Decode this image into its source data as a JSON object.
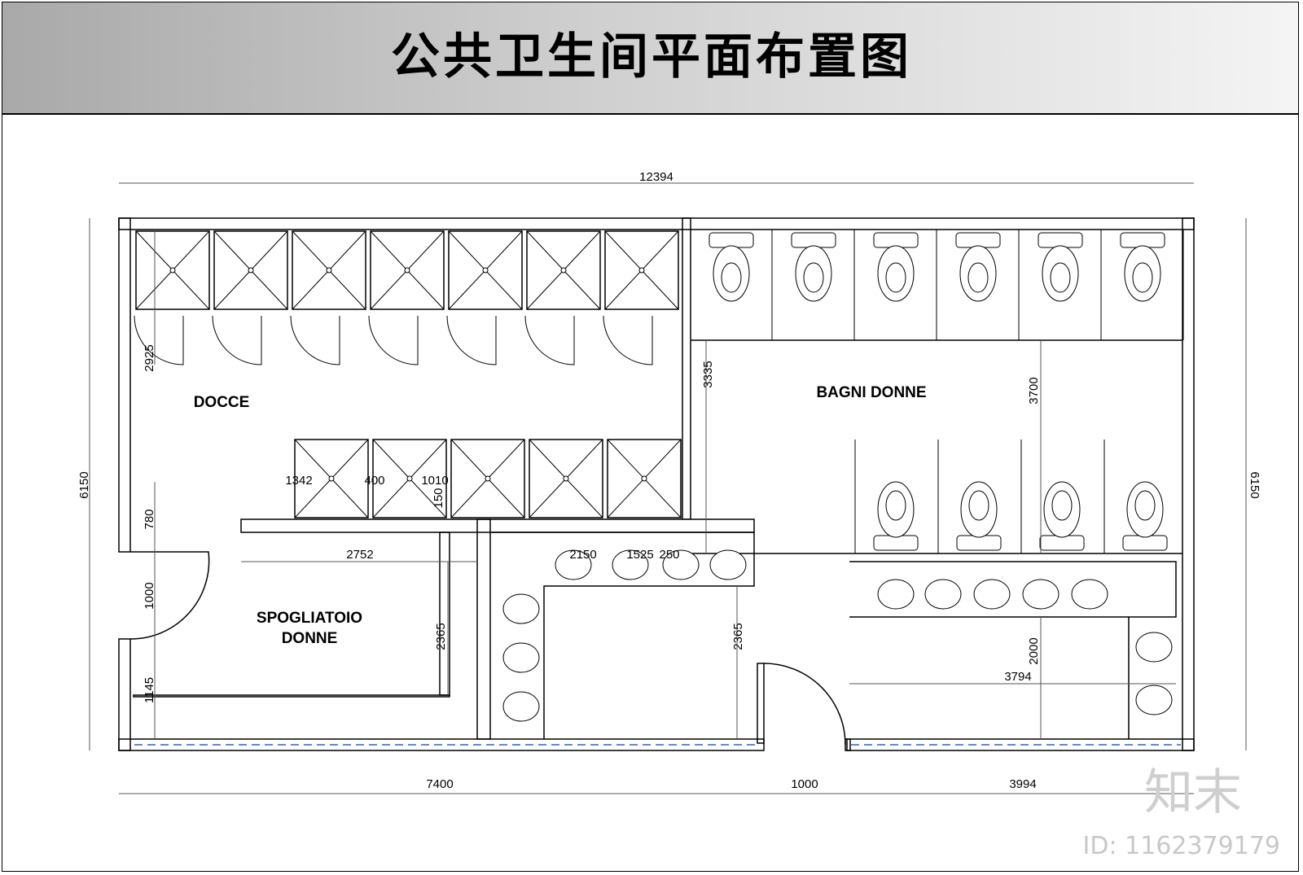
{
  "title": "公共卫生间平面布置图",
  "rooms": {
    "showers": "DOCCE",
    "changing_1": "SPOGLIATOIO",
    "changing_2": "DONNE",
    "toilets": "BAGNI DONNE"
  },
  "dimensions": {
    "overall_width": "12394",
    "left_height": "6150",
    "right_height": "6150",
    "bottom_left": "7400",
    "bottom_door": "1000",
    "bottom_right": "3994",
    "shower_depth": "2925",
    "side_780": "780",
    "door_1000": "1000",
    "side_1145": "1145",
    "d_1342": "1342",
    "d_400": "400",
    "d_1010": "1010",
    "d_150": "150",
    "d_2752": "2752",
    "d_2150": "2150",
    "d_1525": "1525",
    "d_250": "250",
    "d_2365a": "2365",
    "d_2365b": "2365",
    "d_3335": "3335",
    "d_3700": "3700",
    "d_2000": "2000",
    "d_3794": "3794"
  },
  "watermark": "知末",
  "id_label": "ID: 1162379179",
  "colors": {
    "wall": "#000000",
    "window": "#5b8bd6",
    "title_bg_dark": "#a9a9a9"
  }
}
